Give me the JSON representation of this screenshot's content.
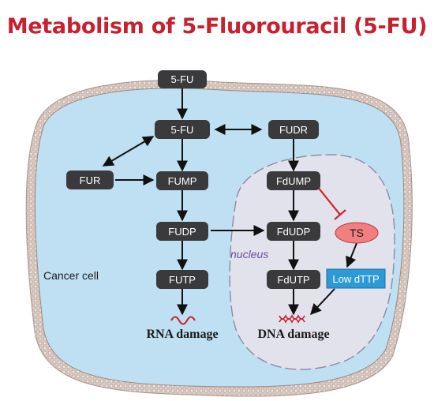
{
  "title": "Metabolism of 5-Fluorouracil (5-FU)",
  "colors": {
    "title": "#c8202f",
    "cell_fill": "#bfe0f2",
    "cell_border": "#b9a69f",
    "nucleus_fill": "#e2e2ec",
    "nucleus_border": "#8f88a8",
    "node": "#3a3a3c",
    "inhibit": "#d3242f",
    "ts_fill": "#f17f7f",
    "low_dttp_fill": "#2d9ad6",
    "nucleus_label": "#6a4e9a",
    "damage_strand": "#c8202f"
  },
  "nodes": {
    "fu_outside": "5-FU",
    "fu_inside": "5-FU",
    "fudr": "FUDR",
    "fur": "FUR",
    "fump": "FUMP",
    "fdump": "FdUMP",
    "fudp": "FUDP",
    "fdudp": "FdUDP",
    "futp": "FUTP",
    "fdutp": "FdUTP",
    "ts": "TS",
    "low_dttp": "Low dTTP"
  },
  "labels": {
    "nucleus": "nucleus",
    "cancer_cell": "Cancer cell",
    "rna_damage": "RNA damage",
    "dna_damage": "DNA damage"
  }
}
